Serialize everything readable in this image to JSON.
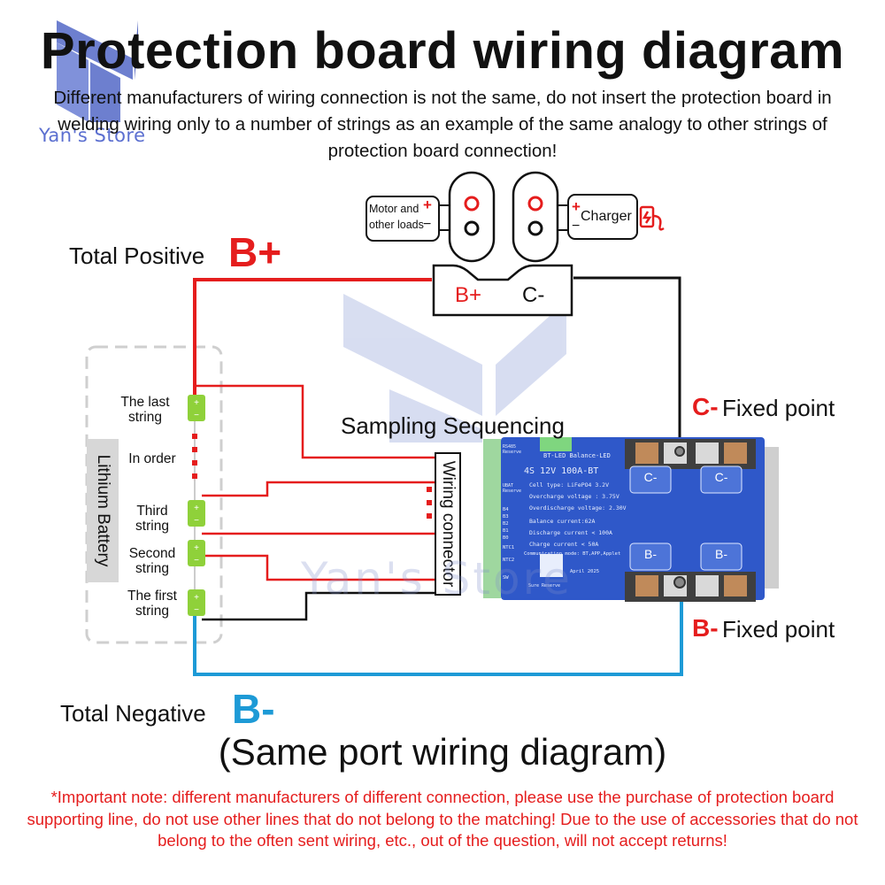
{
  "title": "Protection board wiring diagram",
  "intro": "Different manufacturers of wiring connection is not the same, do not insert the protection board in welding wiring only to a number of strings as an example of the same analogy to other strings of protection board connection!",
  "store": {
    "logo_text": "Yan's Store",
    "watermark_text": "Yan's Store"
  },
  "ports": {
    "motor_label_1": "Motor and",
    "motor_label_2": "other loads",
    "plus": "+",
    "minus": "−",
    "charger_label": "Charger",
    "b_plus": "B+",
    "c_minus": "C-"
  },
  "labels": {
    "total_positive": "Total Positive",
    "total_positive_sym": "B+",
    "total_negative": "Total Negative",
    "total_negative_sym": "B-",
    "c_fixed_sym": "C-",
    "c_fixed": "Fixed point",
    "b_fixed_sym": "B-",
    "b_fixed": "Fixed point",
    "sampling": "Sampling Sequencing",
    "wiring_connector": "Wiring connector",
    "lithium_battery": "Lithium Battery"
  },
  "cells": {
    "last_1": "The last",
    "last_2": "string",
    "in_order": "In order",
    "third_1": "Third",
    "third_2": "string",
    "second_1": "Second",
    "second_2": "string",
    "first_1": "The first",
    "first_2": "string"
  },
  "board": {
    "model": "4S 12V 100A-BT",
    "top_labels": "BT-LED Balance-LED",
    "line1": "Cell type: LiFePO4 3.2V",
    "line2": "Overcharge voltage : 3.75V",
    "line3": "Overdischarge voltage: 2.30V",
    "line4": "Balance current:62A",
    "line5": "Discharge current < 100A",
    "line6": "Charge current < 50A",
    "line7": "Communication mode: BT,APP,Applet",
    "date": "April 2025",
    "pad_c1": "C-",
    "pad_c2": "C-",
    "pad_b1": "B-",
    "pad_b2": "B-",
    "left_a": "RS485 Reserve",
    "left_b": "UBAT Reserve",
    "pins": "B4 B3 B2 B1 B0",
    "ntc1": "NTC1",
    "ntc2": "NTC2",
    "sw": "SW",
    "bottom": "Sure Reserve"
  },
  "same_port": "(Same port wiring diagram)",
  "note": "*Important note: different manufacturers of different connection, please use the purchase of protection board supporting line, do not use other lines that do not belong to the matching! Due to the use of accessories that do not belong to the often sent wiring, etc., out of the question, will not accept returns!",
  "colors": {
    "red": "#e51d1d",
    "blue": "#1d9ad6",
    "board": "#2f58c9",
    "cell": "#8fd13a"
  }
}
